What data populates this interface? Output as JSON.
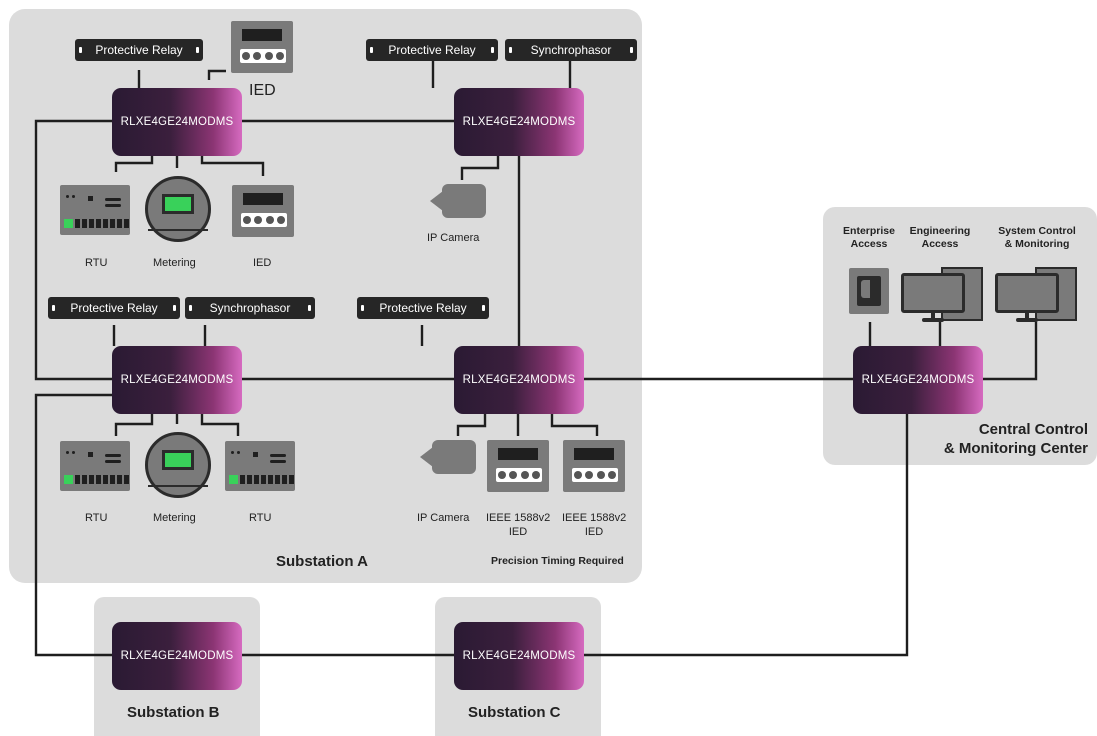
{
  "switch_label": "RLXE4GE24MODMS",
  "substations": {
    "a_name": "Substation A",
    "a_note": "Precision Timing Required",
    "b_name": "Substation B",
    "c_name": "Substation C"
  },
  "central": {
    "line1": "Central Control",
    "line2": "& Monitoring Center",
    "enterprise_l1": "Enterprise",
    "enterprise_l2": "Access",
    "engineering_l1": "Engineering",
    "engineering_l2": "Access",
    "system_l1": "System Control",
    "system_l2": "& Monitoring"
  },
  "devices": {
    "protective_relay": "Protective Relay",
    "synchrophasor": "Synchrophasor",
    "ied": "IED",
    "rtu": "RTU",
    "metering": "Metering",
    "ip_camera": "IP Camera",
    "ieee_l1": "IEEE 1588v2",
    "ieee_l2": "IED"
  },
  "colors": {
    "area_bg": "#dcdcdc",
    "switch_dark": "#2a1a33",
    "switch_accent": "#d66ac0",
    "device_gray": "#7a7a7a",
    "led_green": "#39d15a",
    "wire": "#1e1e1e"
  }
}
